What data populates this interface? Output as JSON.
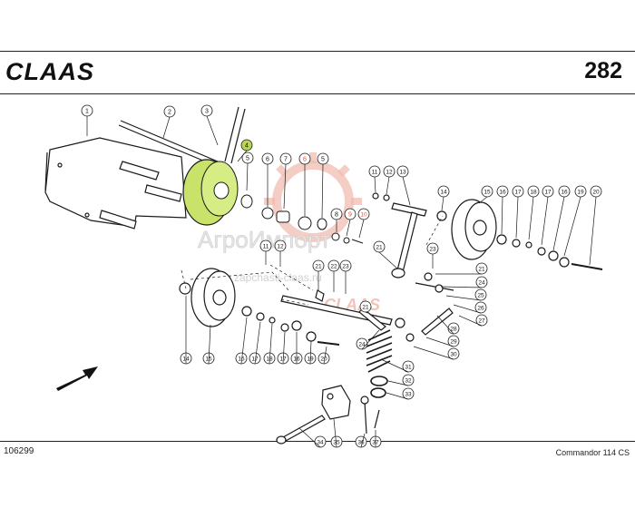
{
  "header": {
    "brand": "CLAAS",
    "page_number": "282"
  },
  "footer": {
    "doc_number": "106299",
    "model": "Commandor 114 CS"
  },
  "watermark": {
    "line1": "АгроИмпорт",
    "line2": "zapchasti-claas.ru",
    "stamp": "CLAAS"
  },
  "colors": {
    "highlight_pulley": "#c8e26a",
    "highlight_callout": "#b6d84a",
    "watermark": "#f0b9ad",
    "line": "#1a1a1a"
  },
  "callouts": [
    {
      "label": "1"
    },
    {
      "label": "2"
    },
    {
      "label": "3"
    },
    {
      "label": "4",
      "highlighted": true
    },
    {
      "label": "5"
    },
    {
      "label": "6"
    },
    {
      "label": "7"
    },
    {
      "label": "6",
      "accent": true
    },
    {
      "label": "5"
    },
    {
      "label": "8"
    },
    {
      "label": "9",
      "accent": true
    },
    {
      "label": "10",
      "accent": true
    },
    {
      "label": "11"
    },
    {
      "label": "12"
    },
    {
      "label": "13"
    },
    {
      "label": "14"
    },
    {
      "label": "15"
    },
    {
      "label": "16"
    },
    {
      "label": "17"
    },
    {
      "label": "18"
    },
    {
      "label": "17"
    },
    {
      "label": "16"
    },
    {
      "label": "19"
    },
    {
      "label": "20"
    },
    {
      "label": "11"
    },
    {
      "label": "12"
    },
    {
      "label": "21"
    },
    {
      "label": "23"
    },
    {
      "label": "21"
    },
    {
      "label": "22"
    },
    {
      "label": "23"
    },
    {
      "label": "21"
    },
    {
      "label": "24"
    },
    {
      "label": "25"
    },
    {
      "label": "26"
    },
    {
      "label": "27"
    },
    {
      "label": "21"
    },
    {
      "label": "24"
    },
    {
      "label": "28"
    },
    {
      "label": "29"
    },
    {
      "label": "30"
    },
    {
      "label": "31"
    },
    {
      "label": "32"
    },
    {
      "label": "33"
    },
    {
      "label": "14"
    },
    {
      "label": "15"
    },
    {
      "label": "16"
    },
    {
      "label": "17"
    },
    {
      "label": "18"
    },
    {
      "label": "17"
    },
    {
      "label": "16"
    },
    {
      "label": "19"
    },
    {
      "label": "20"
    },
    {
      "label": "34"
    },
    {
      "label": "35"
    },
    {
      "label": "36"
    },
    {
      "label": "37"
    }
  ]
}
